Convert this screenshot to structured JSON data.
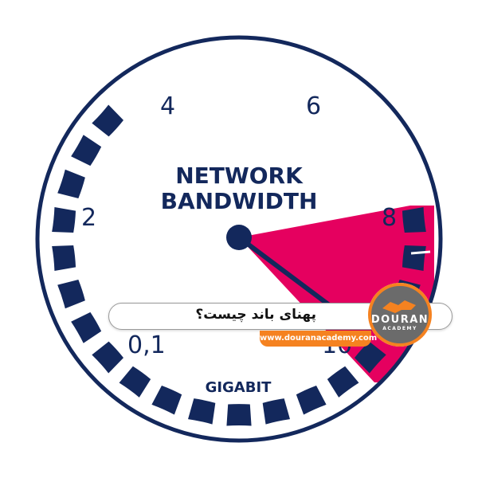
{
  "gauge": {
    "title_line1": "NETWORK",
    "title_line2": "BANDWIDTH",
    "unit": "GIGABIT",
    "ticks": [
      "0,1",
      "2",
      "4",
      "6",
      "8",
      "10"
    ],
    "needle_value": 10,
    "colors": {
      "navy": "#13285c",
      "highlight": "#e5005f",
      "background": "#ffffff"
    }
  },
  "banner": {
    "text": "پهنای باند چیست؟",
    "url": "www.douranacademy.com"
  },
  "logo": {
    "name": "DOURAN",
    "sub": "ACADEMY",
    "colors": {
      "ring": "#f58220",
      "disc": "#6b6b6b"
    }
  }
}
